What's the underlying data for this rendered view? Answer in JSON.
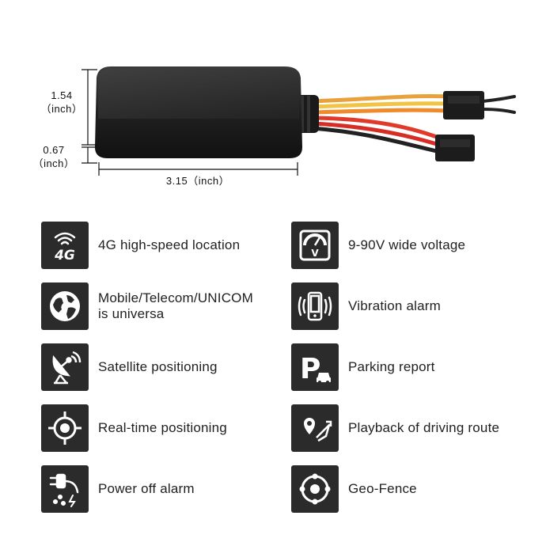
{
  "dimensions": {
    "height": {
      "value": "1.54",
      "unit": "（inch）"
    },
    "thickness": {
      "value": "0.67",
      "unit": "（inch）"
    },
    "length": {
      "text": "3.15（inch）"
    }
  },
  "features_left": [
    {
      "icon": "4g-signal-icon",
      "lines": [
        "4G high-speed location"
      ]
    },
    {
      "icon": "globe-icon",
      "lines": [
        "Mobile/Telecom/UNICOM",
        "is universa"
      ]
    },
    {
      "icon": "satellite-dish-icon",
      "lines": [
        "Satellite positioning"
      ]
    },
    {
      "icon": "crosshair-icon",
      "lines": [
        "Real-time positioning"
      ]
    },
    {
      "icon": "power-plug-icon",
      "lines": [
        "Power off alarm"
      ]
    }
  ],
  "features_right": [
    {
      "icon": "voltmeter-icon",
      "lines": [
        "9-90V wide voltage"
      ]
    },
    {
      "icon": "vibrating-phone-icon",
      "lines": [
        "Vibration alarm"
      ]
    },
    {
      "icon": "parking-car-icon",
      "lines": [
        "Parking report"
      ]
    },
    {
      "icon": "route-map-icon",
      "lines": [
        "Playback of driving route"
      ]
    },
    {
      "icon": "geo-fence-icon",
      "lines": [
        "Geo-Fence"
      ]
    }
  ],
  "colors": {
    "icon_bg": "#2b2b2b",
    "icon_fg": "#ffffff",
    "device": "#1e1e1e"
  }
}
